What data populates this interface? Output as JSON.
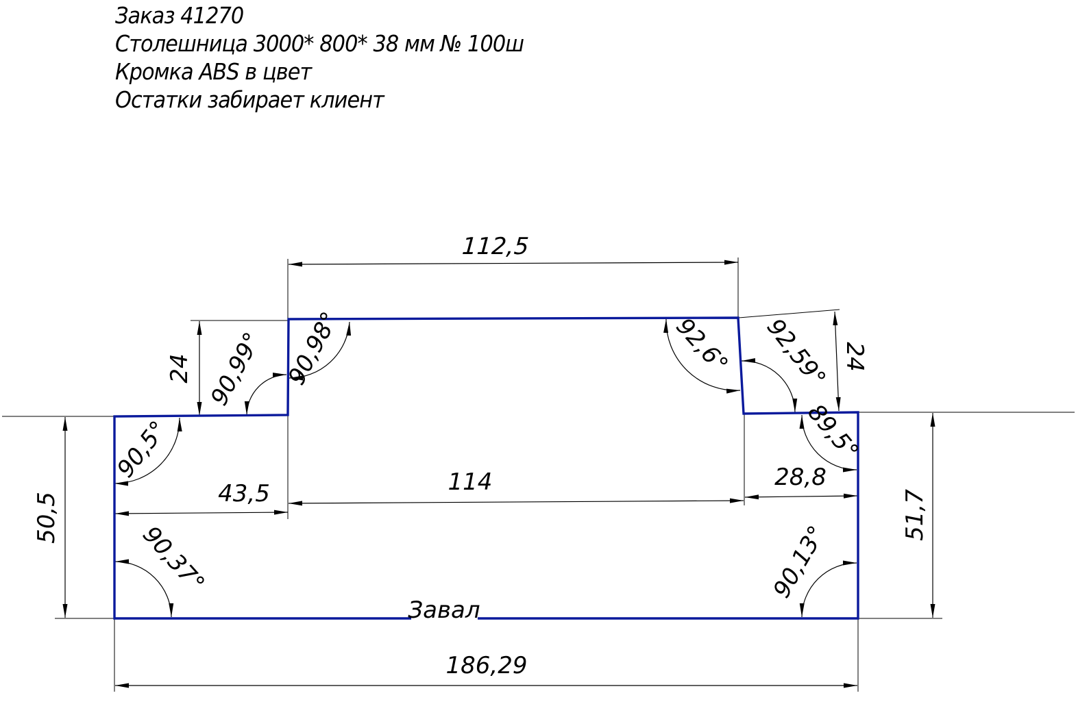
{
  "notes": [
    "Заказ 41270",
    "Столешница 3000* 800* 38 мм № 100ш",
    "Кромка ABS в цвет",
    "Остатки забирает клиент"
  ],
  "dimensions": {
    "top_width": "112,5",
    "left_step_height": "24",
    "right_step_height": "24",
    "left_height": "50,5",
    "right_height": "51,7",
    "left_shelf": "43,5",
    "middle": "114",
    "right_shelf": "28,8",
    "total_width": "186,29"
  },
  "angles": {
    "left_step_outer": "90,99°",
    "left_step_inner": "90,98°",
    "right_step_inner": "92,6°",
    "right_step_outer": "92,59°",
    "right_corner_top": "89,5°",
    "left_corner_top": "90,5°",
    "left_corner_bottom": "90,37°",
    "right_corner_bottom": "90,13°"
  },
  "edge_label": "Завал",
  "colors": {
    "outline": "#0a1a9c",
    "dimension": "#000000"
  }
}
